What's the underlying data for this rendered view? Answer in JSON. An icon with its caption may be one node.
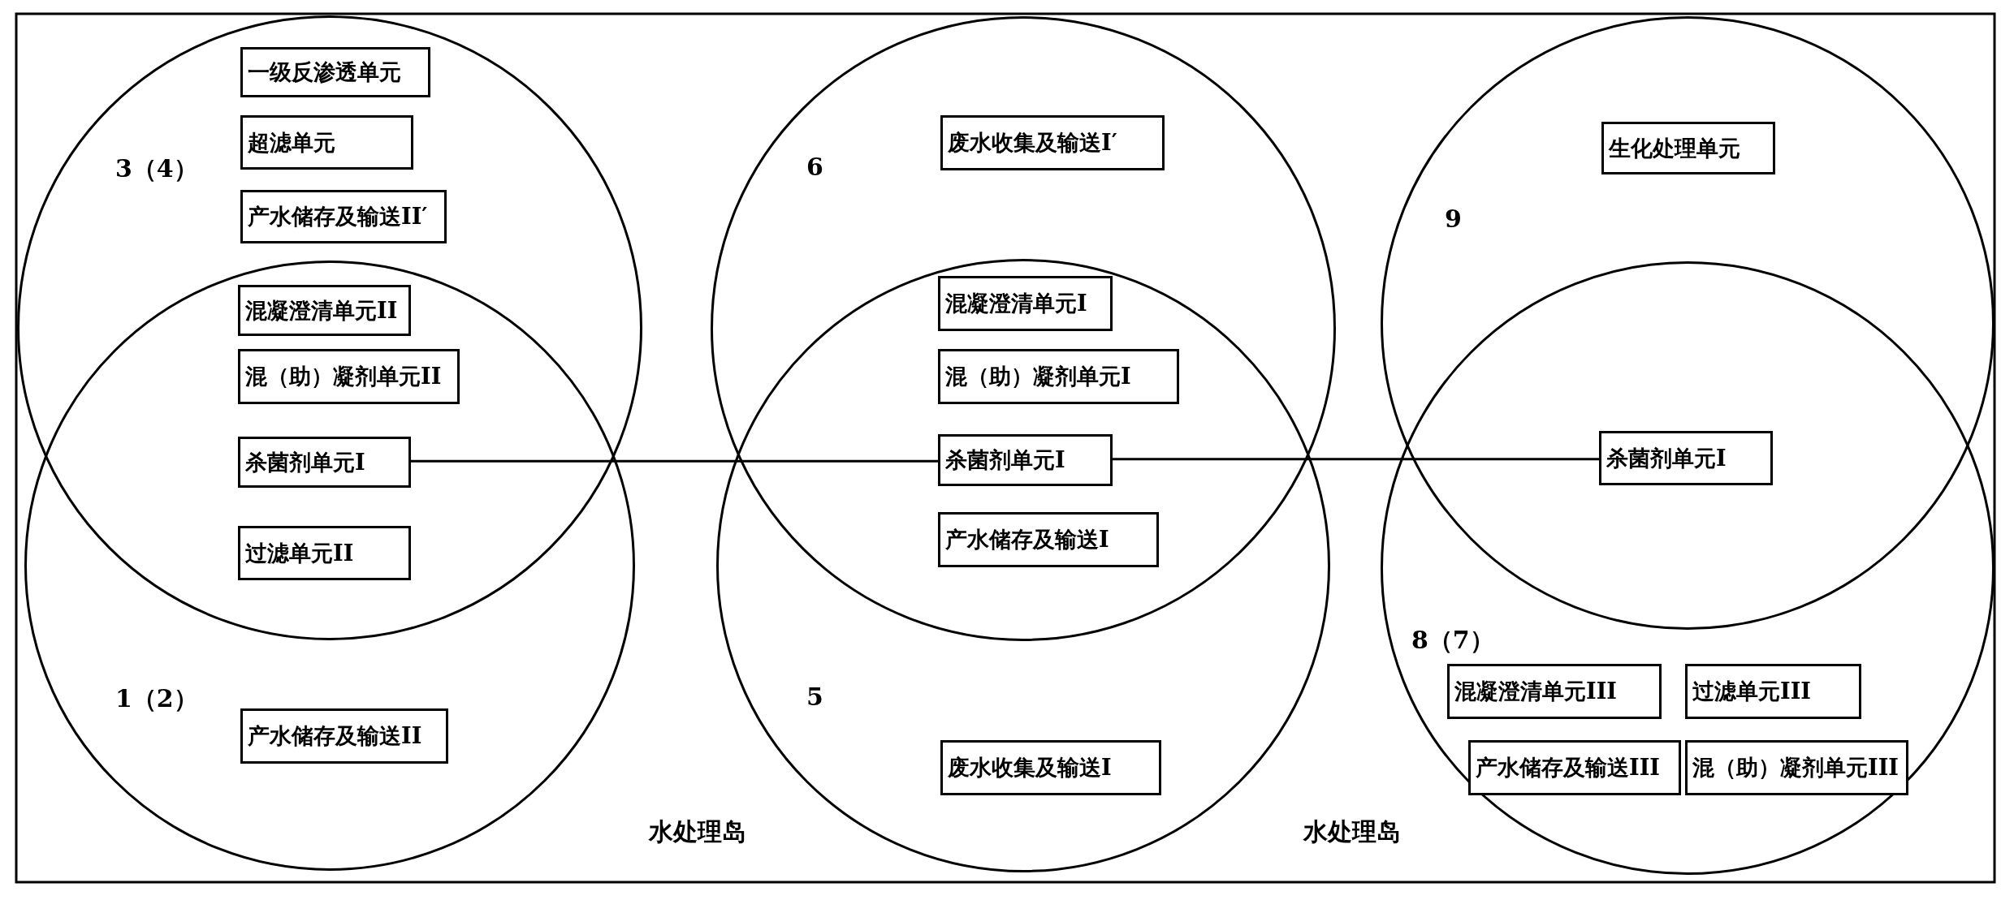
{
  "diagram": {
    "nodes": [
      {
        "text": [
          "3（4）"
        ]
      },
      {
        "text": [
          "一级反渗透单元"
        ],
        "in": 0
      },
      {
        "text": [
          "超滤单元"
        ],
        "in": 0
      },
      {
        "text": [
          "产水储存及输送II′"
        ],
        "in": 0
      },
      {
        "text": [
          "1（2）"
        ]
      },
      {
        "text": [
          "混凝澄清单元II"
        ]
      },
      {
        "text": [
          "混（助）凝剂单元II"
        ]
      },
      {
        "text": [
          "杀菌剂单元I"
        ]
      },
      {
        "text": [
          "过滤单元II"
        ]
      },
      {
        "text": [
          "产水储存及输送II"
        ],
        "in": 4
      },
      {
        "text": [
          "6"
        ]
      },
      {
        "text": [
          "废水收集及输送I′"
        ],
        "in": 10
      },
      {
        "text": [
          "5"
        ]
      },
      {
        "text": [
          "混凝澄清单元I"
        ]
      },
      {
        "text": [
          "混（助）凝剂单元I"
        ]
      },
      {
        "text": [
          "杀菌剂单元I"
        ]
      },
      {
        "text": [
          "产水储存及输送I"
        ]
      },
      {
        "text": [
          "废水收集及输送I"
        ],
        "in": 12
      },
      {
        "text": [
          "9"
        ]
      },
      {
        "text": [
          "生化处理单元"
        ],
        "in": 18
      },
      {
        "text": [
          "8（7）"
        ]
      },
      {
        "text": [
          "杀菌剂单元I"
        ]
      },
      {
        "text": [
          "混凝澄清单元III"
        ],
        "in": 20
      },
      {
        "text": [
          "过滤单元III"
        ],
        "in": 20
      },
      {
        "text": [
          "产水储存及输送III"
        ],
        "in": 20
      },
      {
        "text": [
          "混（助）凝剂单元III"
        ],
        "in": 20
      }
    ],
    "edges": [
      {
        "from": 7,
        "to": 15,
        "arrow": "none"
      },
      {
        "from": 15,
        "to": 21,
        "arrow": "none"
      }
    ],
    "labels": [
      "水处理岛",
      "水处理岛"
    ]
  }
}
